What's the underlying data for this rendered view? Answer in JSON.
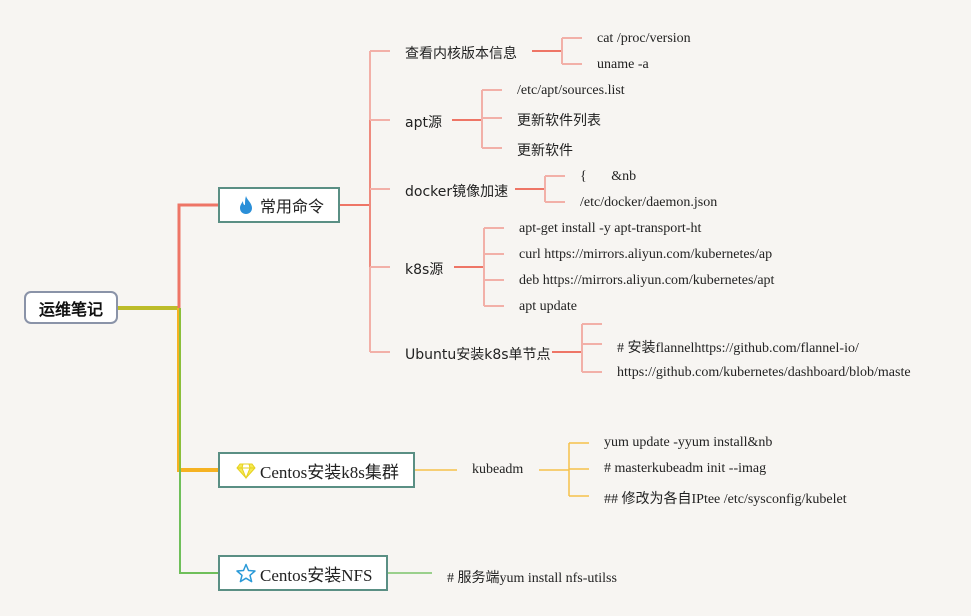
{
  "root": {
    "label": "运维笔记"
  },
  "branches": [
    {
      "label": "常用命令",
      "icon": "fire-icon",
      "color": "#ee7566",
      "children": [
        {
          "label": "查看内核版本信息",
          "children": [
            "cat /proc/version",
            "uname -a"
          ]
        },
        {
          "label": "apt源",
          "children": [
            "/etc/apt/sources.list",
            "更新软件列表",
            "更新软件"
          ]
        },
        {
          "label": "docker镜像加速",
          "children": [
            "{       &nb",
            "/etc/docker/daemon.json"
          ]
        },
        {
          "label": "k8s源",
          "children": [
            "apt-get install -y apt-transport-ht",
            "curl https://mirrors.aliyun.com/kubernetes/ap",
            "deb https://mirrors.aliyun.com/kubernetes/apt",
            "apt update"
          ]
        },
        {
          "label": "Ubuntu安装k8s单节点",
          "children": [
            "",
            "# 安装flannelhttps://github.com/flannel-io/",
            "https://github.com/kubernetes/dashboard/blob/maste"
          ]
        }
      ]
    },
    {
      "label": "Centos安装k8s集群",
      "icon": "diamond-icon",
      "color": "#f5b222",
      "children": [
        {
          "label": "kubeadm",
          "children": [
            "yum update -yyum install&nb",
            "# masterkubeadm init --imag",
            "## 修改为各自IPtee /etc/sysconfig/kubelet"
          ]
        }
      ]
    },
    {
      "label": "Centos安装NFS",
      "icon": "star-icon",
      "color": "#6fbf5a",
      "children": [
        {
          "label": "# 服务端yum install nfs-utilss",
          "children": []
        }
      ]
    }
  ],
  "colors": {
    "background": "#f7f5f2",
    "root_border": "#8a93a8",
    "main_border": "#5a8f84",
    "fire": "#2a8fd8",
    "diamond": "#f0e030",
    "star": "#2a9ad8"
  }
}
